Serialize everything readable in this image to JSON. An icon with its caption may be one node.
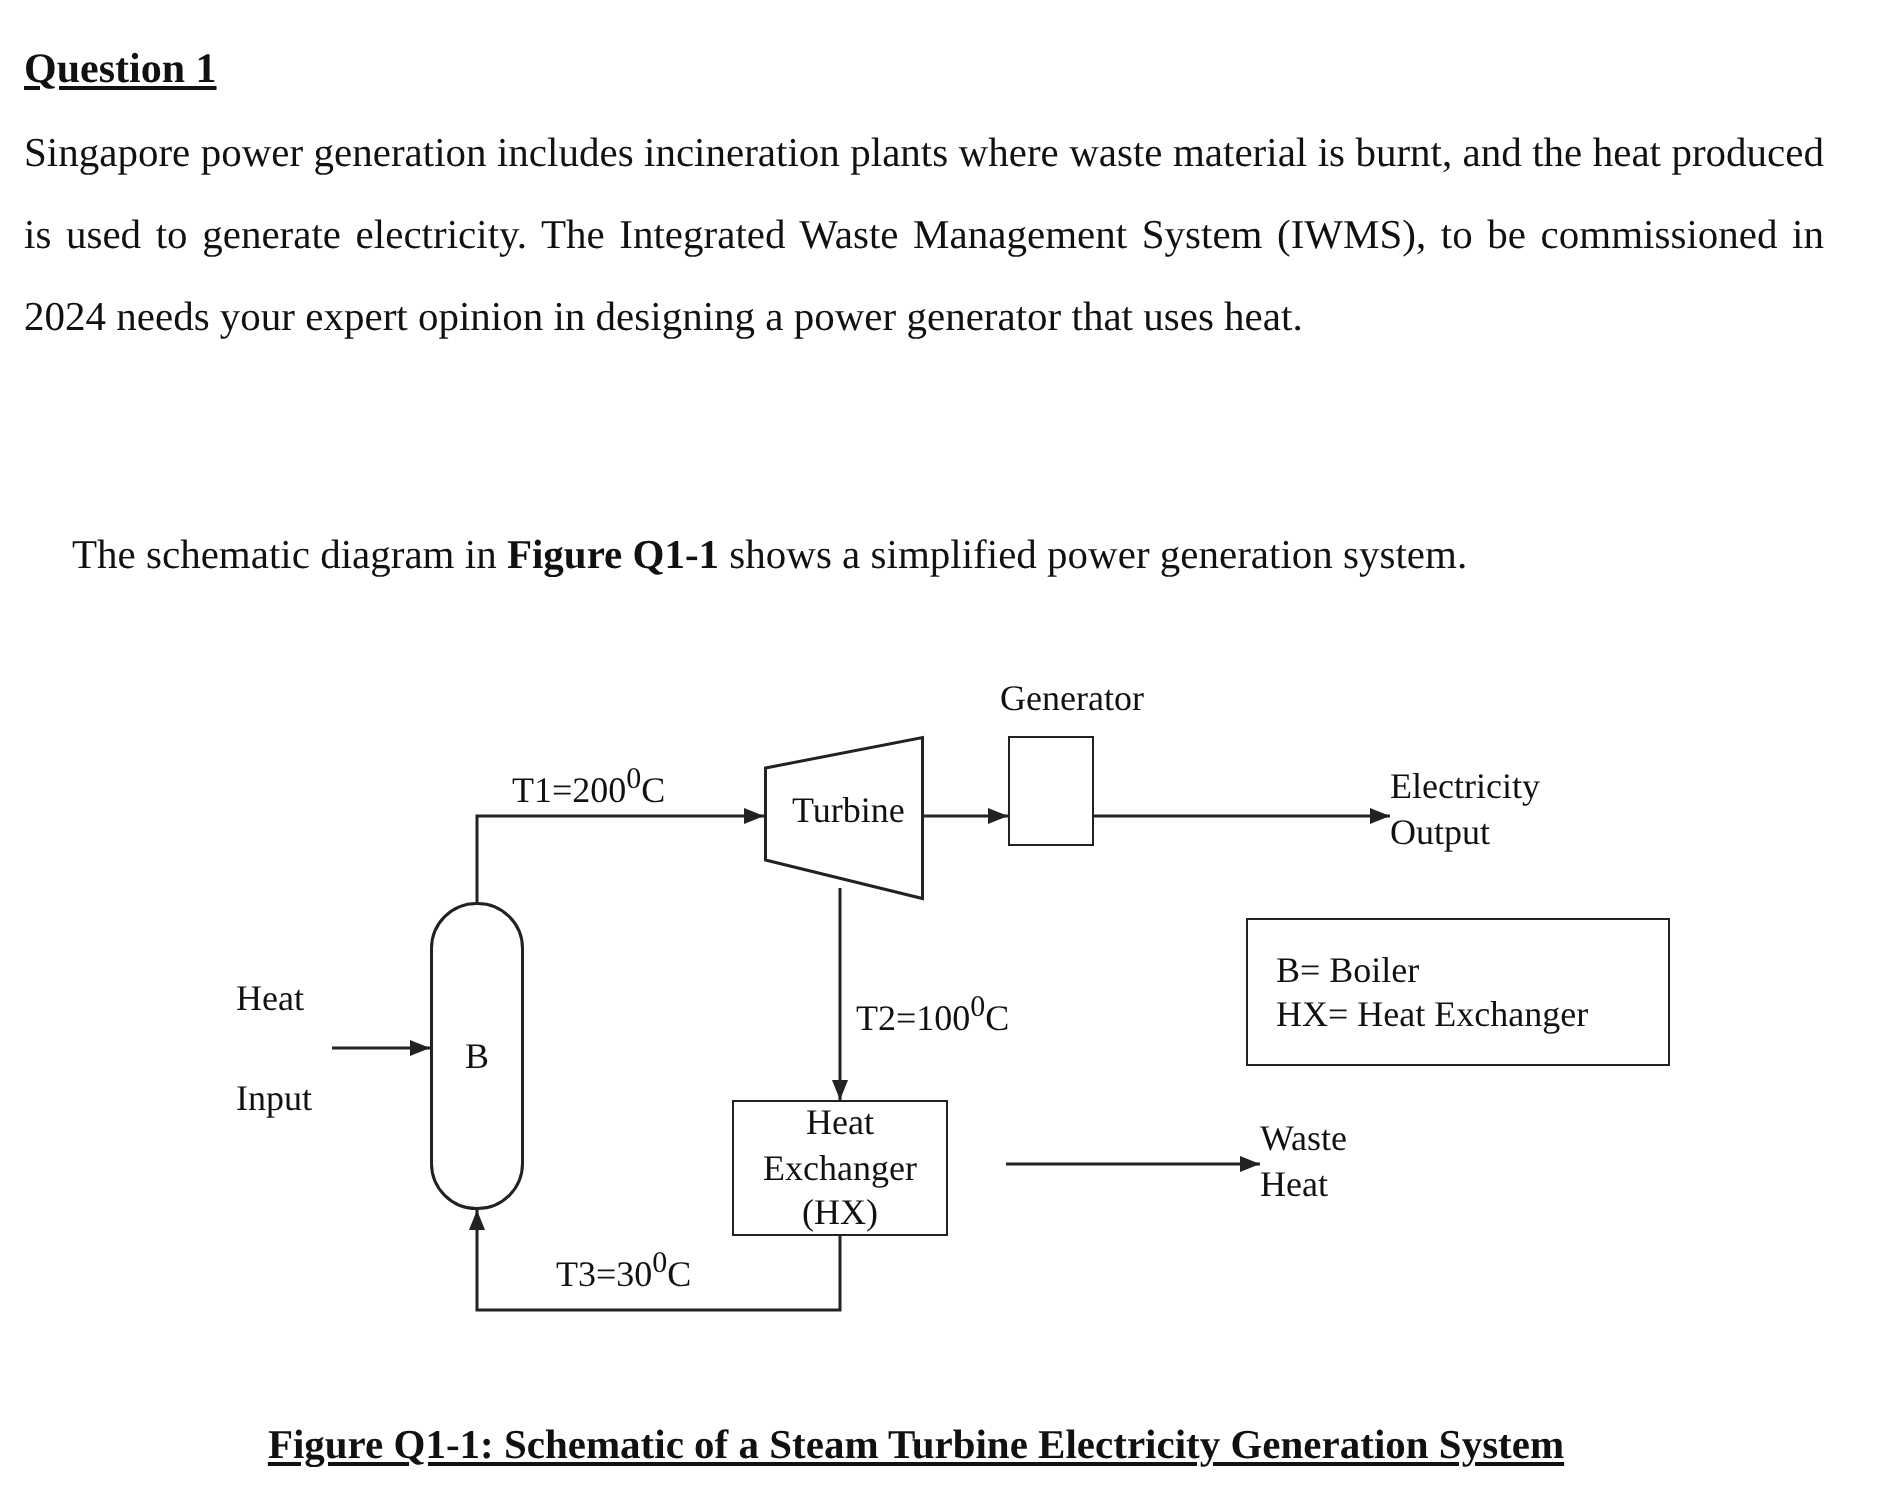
{
  "diagram": {
    "title": "Question 1",
    "caption": "Figure Q1-1: Schematic of a Steam Turbine Electricity Generation System",
    "nodes": [
      {
        "text": [
          "Heat",
          "Input"
        ]
      },
      {
        "text": [
          "B"
        ]
      },
      {
        "text": [
          "Turbine"
        ]
      },
      {
        "text": [
          "Generator"
        ]
      },
      {
        "text": [
          "Heat Exchanger (HX)"
        ]
      },
      {
        "text": [
          "Electricity Output"
        ]
      },
      {
        "text": [
          "Waste Heat"
        ]
      },
      {
        "text": [
          "B= Boiler",
          "HX= Heat Exchanger"
        ]
      }
    ],
    "edges": [
      {
        "from": 0,
        "to": 1,
        "arrow": "to"
      },
      {
        "from": 1,
        "to": 2,
        "arrow": "to",
        "label": "T1=200$^{0}$C"
      },
      {
        "from": 2,
        "to": 3,
        "arrow": "to"
      },
      {
        "from": 3,
        "to": 5,
        "arrow": "to"
      },
      {
        "from": 2,
        "to": 4,
        "arrow": "to",
        "label": "T2=100$^{0}$C"
      },
      {
        "from": 4,
        "to": 1,
        "arrow": "to",
        "label": "T3=30$^{0}$C"
      },
      {
        "from": 4,
        "to": 6,
        "arrow": "to"
      }
    ],
    "labels": [
      "Singapore power generation includes incineration plants where waste material is burnt, and the heat produced is used to generate electricity. The Integrated Waste Management System (IWMS), to be commissioned in 2024 needs your expert opinion in designing a power generator that uses heat.",
      "The schematic diagram in **Figure Q1-1** shows a simplified power generation system."
    ]
  }
}
